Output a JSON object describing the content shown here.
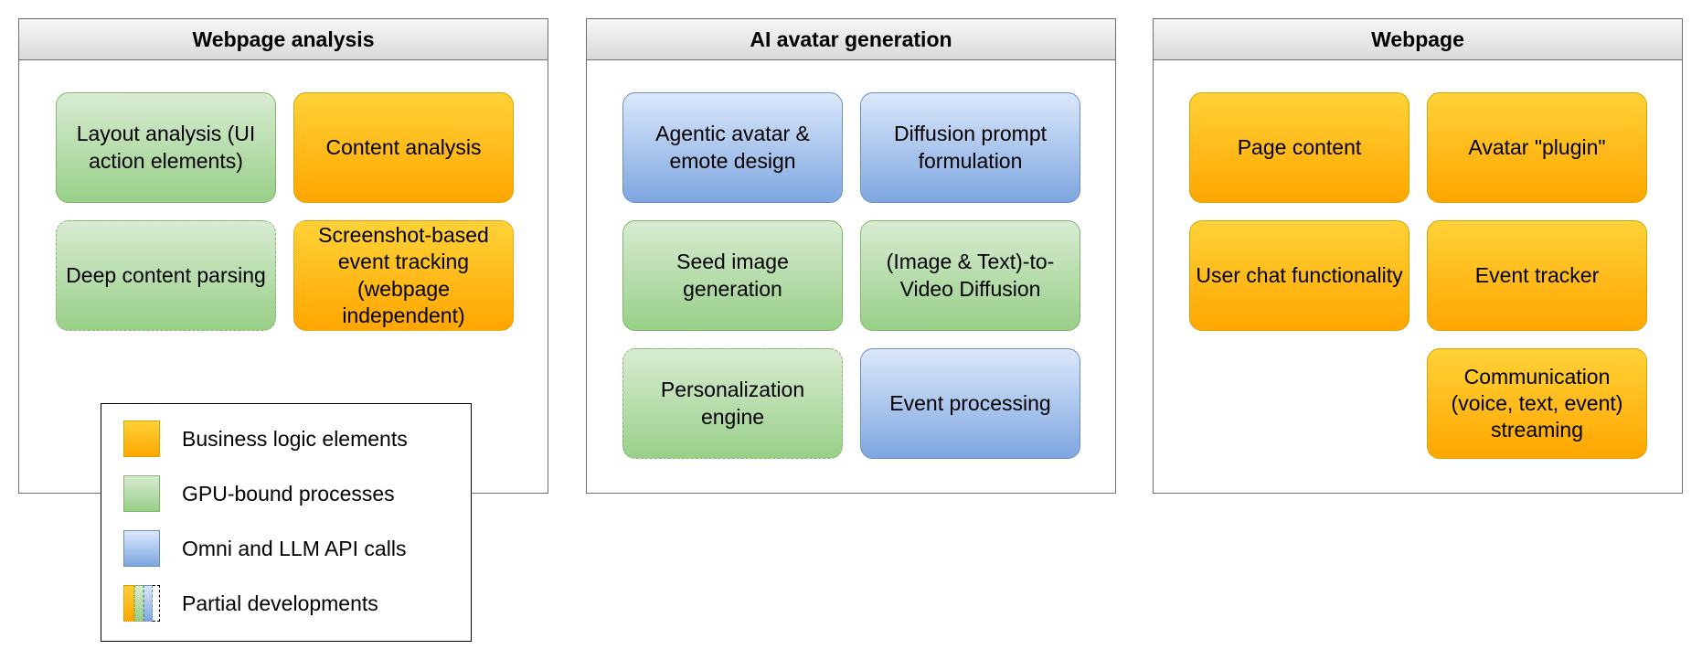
{
  "panels": {
    "analysis": {
      "title": "Webpage analysis",
      "cards": [
        "Layout analysis (UI action elements)",
        "Content analysis",
        "Deep content parsing",
        "Screenshot-based event tracking (webpage independent)"
      ]
    },
    "avatar": {
      "title": "AI avatar generation",
      "cards": [
        "Agentic avatar & emote design",
        "Diffusion prompt formulation",
        "Seed image generation",
        "(Image & Text)-to-Video Diffusion",
        "Personalization engine",
        "Event processing"
      ]
    },
    "webpage": {
      "title": "Webpage",
      "cards": [
        "Page content",
        "Avatar \"plugin\"",
        "User chat functionality",
        "Event tracker",
        "Communication (voice, text, event) streaming"
      ]
    }
  },
  "legend": {
    "items": [
      "Business logic elements",
      "GPU-bound processes",
      "Omni and LLM API calls",
      "Partial developments"
    ]
  },
  "colors": {
    "business_logic": "#ffb300",
    "gpu_bound": "#a9d59a",
    "api_calls": "#9dbcec",
    "border": "#6f6f6f"
  }
}
